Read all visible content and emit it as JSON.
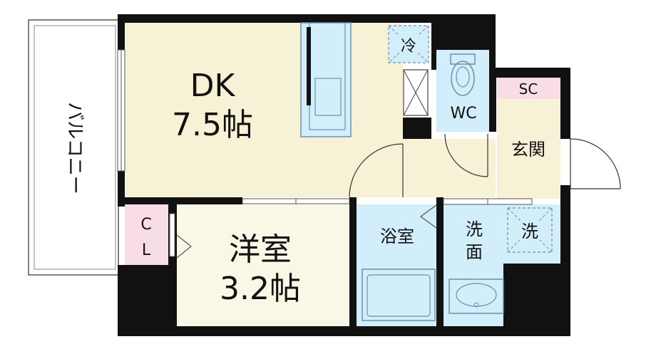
{
  "colors": {
    "wall": "#111111",
    "dk_floor": "#f7f1d6",
    "room_floor": "#fbf7e6",
    "wet_area": "#d2eefb",
    "closet": "#f8dde6",
    "entrance": "#f7f1d6",
    "fixture_line": "#6b8fb0"
  },
  "rooms": {
    "dk": {
      "name": "DK",
      "size": "7.5帖"
    },
    "western": {
      "name": "洋室",
      "size": "3.2帖"
    },
    "closet": {
      "line1": "C",
      "line2": "L"
    },
    "wc": {
      "label": "WC"
    },
    "shoe_closet": {
      "label": "SC"
    },
    "entrance": {
      "label": "玄関"
    },
    "bath": {
      "label": "浴室"
    },
    "washroom": {
      "line1": "洗",
      "line2": "面"
    },
    "balcony": {
      "label": "バルコニー"
    }
  },
  "fixtures": {
    "fridge": {
      "label": "冷"
    },
    "washer": {
      "label": "洗"
    }
  }
}
